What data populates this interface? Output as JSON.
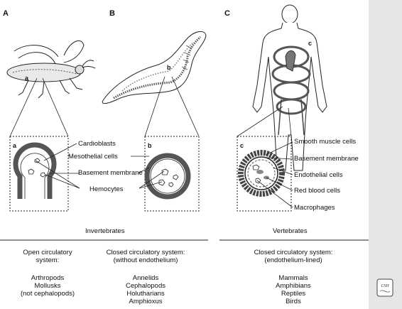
{
  "panels": {
    "A": {
      "letter": "A",
      "inset": "a",
      "animal_label": "a"
    },
    "B": {
      "letter": "B",
      "inset": "b",
      "animal_label": "b"
    },
    "C": {
      "letter": "C",
      "inset": "c",
      "animal_label": "c"
    }
  },
  "labels": {
    "cardioblasts": "Cardioblasts",
    "mesothelial": "Mesothelial cells",
    "basement_inv": "Basement membrane",
    "hemocytes": "Hemocytes",
    "smooth_muscle": "Smooth muscle cells",
    "basement_vert": "Basement membrane",
    "endothelial": "Endothelial cells",
    "red_blood": "Red blood cells",
    "macrophages": "Macrophages"
  },
  "groups": {
    "invertebrates": "Invertebrates",
    "vertebrates": "Vertebrates"
  },
  "systems": {
    "open": [
      "Open circulatory",
      "system:"
    ],
    "closed_no_endo": [
      "Closed circulatory system:",
      "(without endothelium)"
    ],
    "closed_endo": [
      "Closed circulatory system:",
      "(endothelium-lined)"
    ]
  },
  "examples": {
    "open": [
      "Arthropods",
      "Mollusks",
      "(not cephalopods)"
    ],
    "closed_no_endo": [
      "Annelids",
      "Cephalopods",
      "Holutharians",
      "Amphioxus"
    ],
    "closed_endo": [
      "Mammals",
      "Amphibians",
      "Reptiles",
      "Birds"
    ]
  },
  "logo": {
    "name": "cshl-perspectives-logo",
    "text": "CSH"
  }
}
